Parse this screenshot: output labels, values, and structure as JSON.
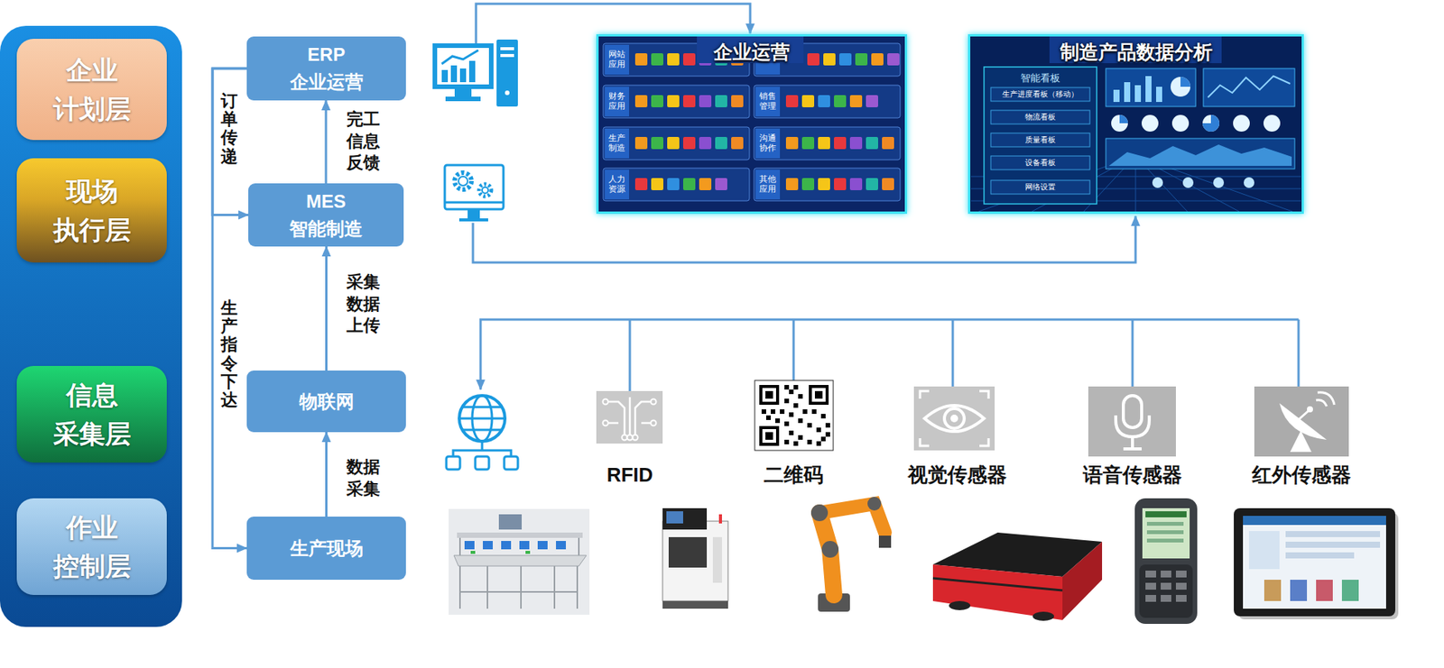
{
  "diagram": {
    "nodes": [
      {
        "text": [
          "企业 计划层"
        ]
      },
      {
        "text": [
          "现场 执行层"
        ]
      },
      {
        "text": [
          "信息 采集层"
        ]
      },
      {
        "text": [
          "作业 控制层"
        ]
      },
      {
        "text": [
          "ERP",
          "企业运营"
        ]
      },
      {
        "text": [
          "MES",
          "智能制造"
        ]
      },
      {
        "text": [
          "物联网"
        ]
      },
      {
        "text": [
          "生产现场"
        ]
      },
      {
        "text": [
          "企业运营"
        ]
      },
      {
        "text": [
          "制造产品数据分析"
        ]
      },
      {
        "text": [
          "RFID"
        ]
      },
      {
        "text": [
          "二维码"
        ]
      },
      {
        "text": [
          "视觉传感器"
        ]
      },
      {
        "text": [
          "语音传感器"
        ]
      },
      {
        "text": [
          "红外传感器"
        ]
      }
    ],
    "edges": [
      {
        "from": 7,
        "to": 6,
        "label": "数据 采集",
        "arrow": "to"
      },
      {
        "from": 6,
        "to": 5,
        "label": "采集 数据 上传",
        "arrow": "to"
      },
      {
        "from": 5,
        "to": 4,
        "label": "完工 信息 反馈",
        "arrow": "to"
      },
      {
        "from": 4,
        "to": 5,
        "label": "订单传递",
        "arrow": "to"
      },
      {
        "from": 4,
        "to": 7,
        "label": "生产指令下达",
        "arrow": "to"
      }
    ],
    "labels": [
      "网站 应用",
      "财务 应用",
      "生产 制造",
      "人力 资源",
      "销售 管理",
      "沟通 协作",
      "其他 应用",
      "智能看板",
      "生产进度看板（移动）",
      "物流看板",
      "质量看板",
      "设备看板",
      "网络设置"
    ]
  }
}
